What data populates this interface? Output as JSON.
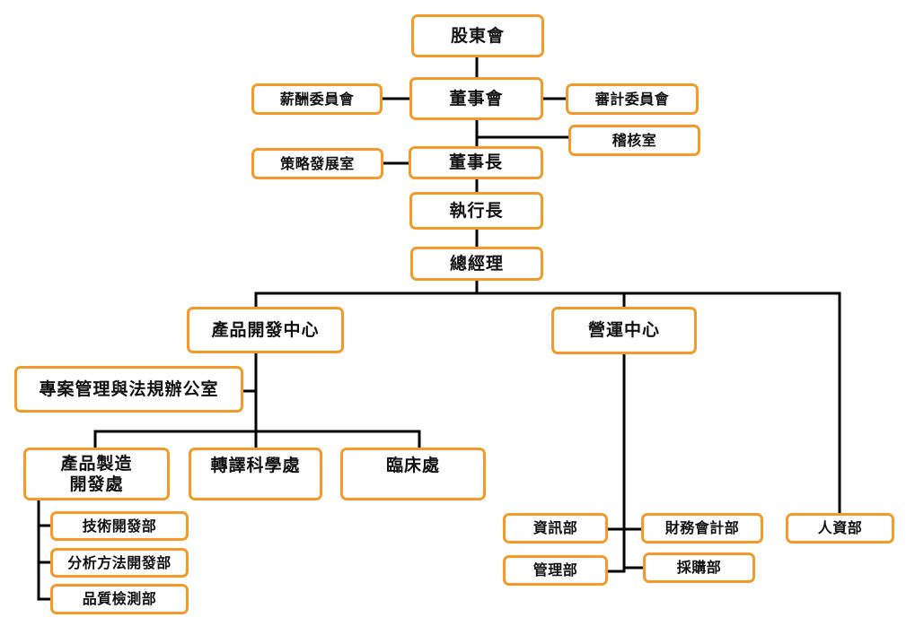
{
  "colors": {
    "box_border": "#f39a2a",
    "line": "#000000",
    "text": "#111111"
  },
  "nodes": {
    "shareholders": "股東會",
    "board": "董事會",
    "compensation_committee": "薪酬委員會",
    "audit_committee": "審計委員會",
    "internal_audit": "稽核室",
    "chairman": "董事長",
    "strategy_office": "策略發展室",
    "ceo": "執行長",
    "general_manager": "總經理",
    "product_dev_center": "產品開發中心",
    "operations_center": "營運中心",
    "project_office": "專案管理與法規辦公室",
    "manufacturing_dev": "產品製造\n開發處",
    "translational_science": "轉譯科學處",
    "clinical": "臨床處",
    "tech_dev": "技術開發部",
    "analytical_method_dev": "分析方法開發部",
    "quality_control": "品質檢測部",
    "it": "資訊部",
    "finance_accounting": "財務會計部",
    "management": "管理部",
    "procurement": "採購部",
    "hr": "人資部"
  }
}
